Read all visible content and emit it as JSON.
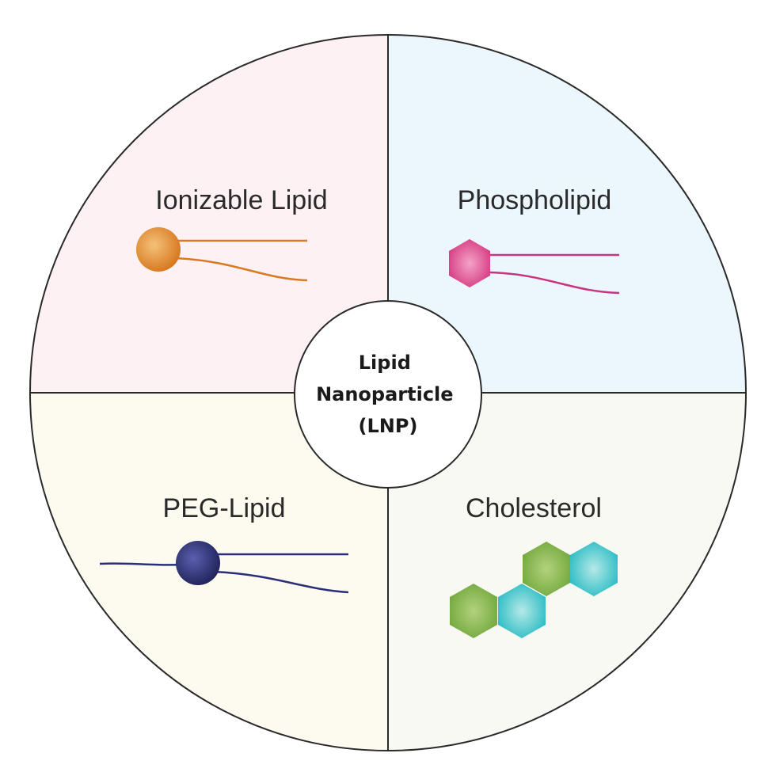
{
  "center": {
    "lines": [
      "Lipid",
      "Nanoparticle",
      "(LNP)"
    ]
  },
  "quadrants": [
    {
      "id": "ionizable",
      "label": "Ionizable Lipid",
      "icon": "ionizable-lipid-icon",
      "background": "#fdf1f4",
      "color": "#e08a34"
    },
    {
      "id": "phospholipid",
      "label": "Phospholipid",
      "icon": "phospholipid-icon",
      "background": "#ebf6fd",
      "color": "#c8347f"
    },
    {
      "id": "peg",
      "label": "PEG-Lipid",
      "icon": "peg-lipid-icon",
      "background": "#fdfaf0",
      "color": "#2b2e78"
    },
    {
      "id": "cholesterol",
      "label": "Cholesterol",
      "icon": "cholesterol-icon",
      "background": "#f7f9f2",
      "color": "#7fb23e",
      "color_alt": "#2ec2c8"
    }
  ]
}
